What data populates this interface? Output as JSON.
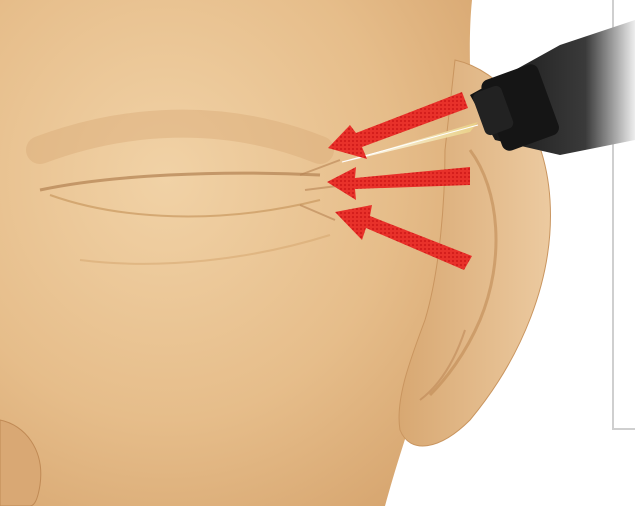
{
  "colors": {
    "skin": "#e8c08e",
    "skin_light": "#f0cfa2",
    "skin_shadow": "#c99766",
    "arrow": "#e8312a",
    "needle": "#f2d98b",
    "handle": "#111111",
    "frame": "#cfcfcf"
  },
  "icons": {
    "arrows": [
      "arrow-upper",
      "arrow-middle",
      "arrow-lower"
    ],
    "tool": "injection-needle"
  }
}
